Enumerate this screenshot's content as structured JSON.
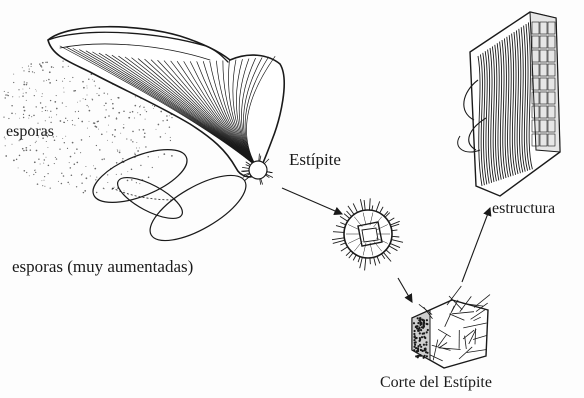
{
  "labels": {
    "esporas": "esporas",
    "estipite": "Estípite",
    "estructura": "estructura",
    "esporas_muy_aumentadas": "esporas (muy aumentadas)",
    "corte_del_estipite": "Corte del Estípite"
  },
  "colors": {
    "ink": "#1a1a1a",
    "paper": "#fdfdfd"
  }
}
